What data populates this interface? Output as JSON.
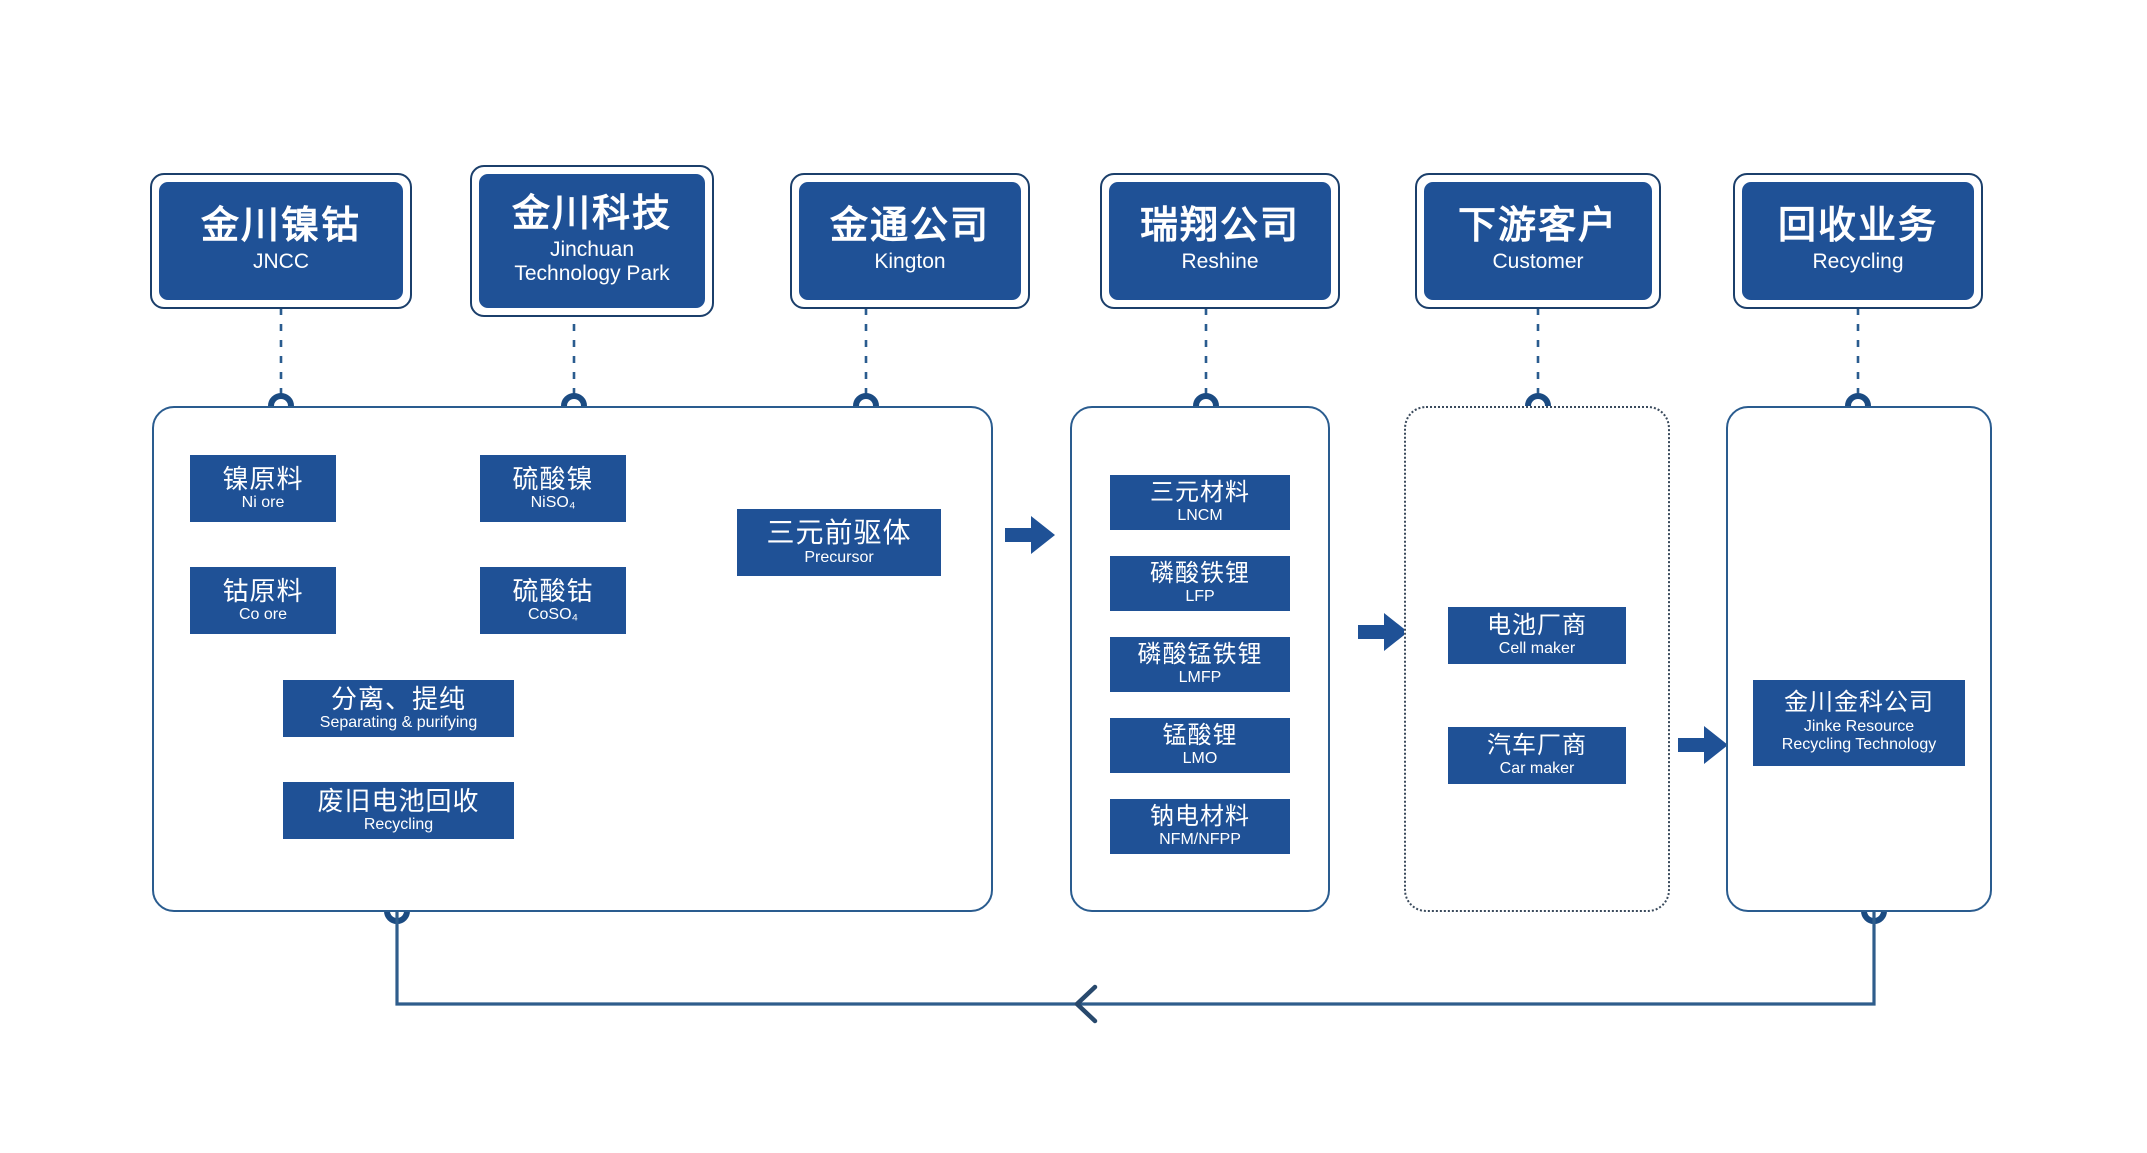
{
  "theme": {
    "blue_fill": "#1f5196",
    "outline": "#1b3f6b",
    "panel_border": "#2a5c8f",
    "dotted_border": "#3a4a5c",
    "arrow": "#1f5196",
    "background": "#ffffff"
  },
  "headers": [
    {
      "cn": "金川镍钴",
      "en": "JNCC"
    },
    {
      "cn": "金川科技",
      "en": "Jinchuan\nTechnology Park"
    },
    {
      "cn": "金通公司",
      "en": "Kington"
    },
    {
      "cn": "瑞翔公司",
      "en": "Reshine"
    },
    {
      "cn": "下游客户",
      "en": "Customer"
    },
    {
      "cn": "回收业务",
      "en": "Recycling"
    }
  ],
  "panel1": {
    "blocks": [
      {
        "cn": "镍原料",
        "en": "Ni ore"
      },
      {
        "cn": "硫酸镍",
        "en": "NiSO₄"
      },
      {
        "cn": "钴原料",
        "en": "Co ore"
      },
      {
        "cn": "硫酸钴",
        "en": "CoSO₄"
      },
      {
        "cn": "三元前驱体",
        "en": "Precursor"
      },
      {
        "cn": "分离、提纯",
        "en": "Separating & purifying"
      },
      {
        "cn": "废旧电池回收",
        "en": "Recycling"
      }
    ]
  },
  "panel2": {
    "blocks": [
      {
        "cn": "三元材料",
        "en": "LNCM"
      },
      {
        "cn": "磷酸铁锂",
        "en": "LFP"
      },
      {
        "cn": "磷酸锰铁锂",
        "en": "LMFP"
      },
      {
        "cn": "锰酸锂",
        "en": "LMO"
      },
      {
        "cn": "钠电材料",
        "en": "NFM/NFPP"
      }
    ]
  },
  "panel3": {
    "blocks": [
      {
        "cn": "电池厂商",
        "en": "Cell maker"
      },
      {
        "cn": "汽车厂商",
        "en": "Car maker"
      }
    ]
  },
  "panel4": {
    "blocks": [
      {
        "cn": "金川金科公司",
        "en": "Jinke Resource\nRecycling Technology"
      }
    ]
  }
}
